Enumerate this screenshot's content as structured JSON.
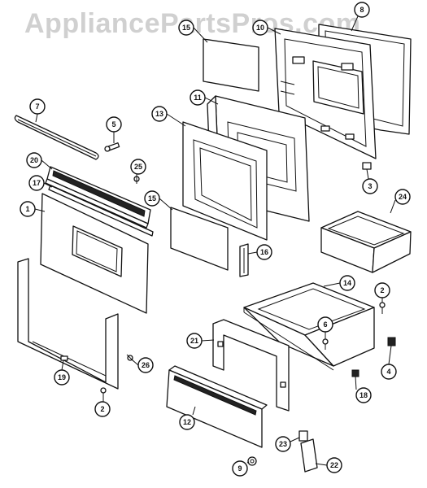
{
  "watermark": "AppliancePartsPros.com",
  "callouts": [
    "15",
    "10",
    "8",
    "7",
    "5",
    "13",
    "11",
    "20",
    "25",
    "17",
    "3",
    "24",
    "1",
    "15",
    "16",
    "14",
    "2",
    "6",
    "21",
    "19",
    "26",
    "4",
    "18",
    "2",
    "12",
    "23",
    "9",
    "22"
  ]
}
